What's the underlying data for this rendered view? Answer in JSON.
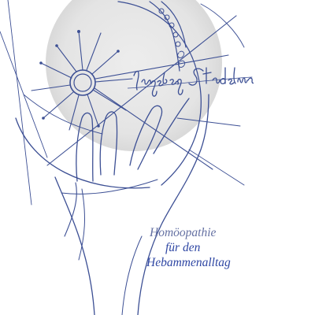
{
  "book": {
    "author": "Ingeborg Stadelmann",
    "title_lines": [
      "Homöopathie",
      "für den",
      "Hebammenalltag"
    ]
  },
  "colors": {
    "background": "#ffffff",
    "ink": "#3c4f94",
    "ink_light": "#7d89b8",
    "disc": "#e6e6e6",
    "title": "#2e46a3"
  }
}
